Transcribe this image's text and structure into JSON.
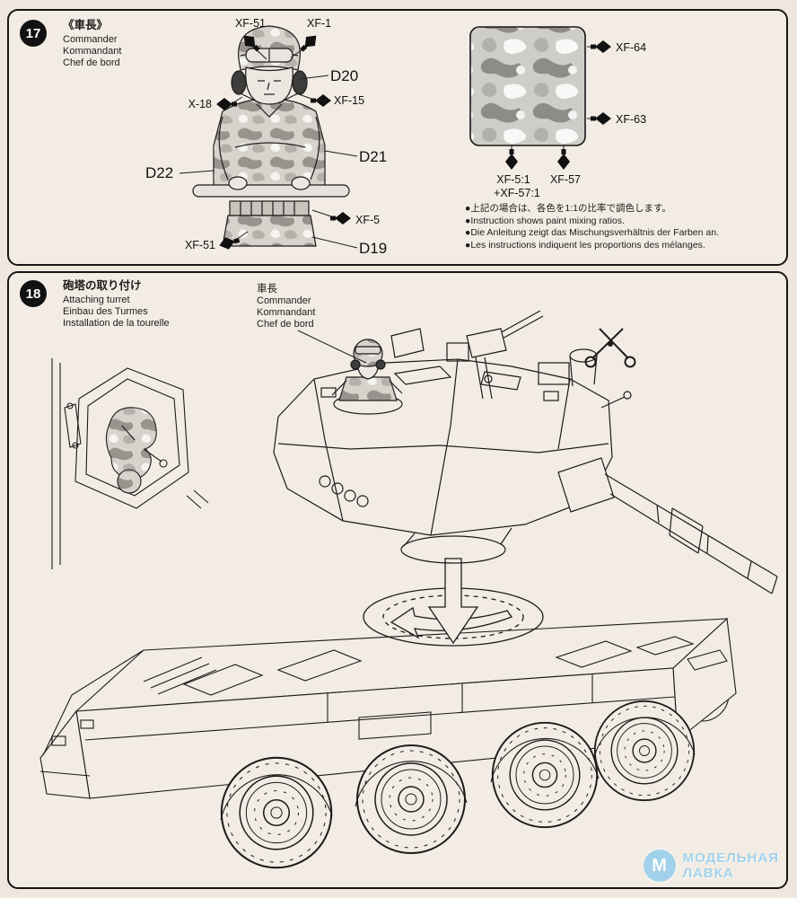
{
  "colors": {
    "paper": "#f2eae2",
    "ink": "#1c1c1c",
    "watermark": "#9cd0ec"
  },
  "step17": {
    "number": "17",
    "title_ja": "《車長》",
    "title_en": "Commander",
    "title_de": "Kommandant",
    "title_fr": "Chef de bord",
    "callouts": {
      "xf51_top": "XF-51",
      "xf1": "XF-1",
      "d20": "D20",
      "x18": "X-18",
      "xf15": "XF-15",
      "d22": "D22",
      "d21": "D21",
      "xf5": "XF-5",
      "xf51_bottom": "XF-51",
      "d19": "D19"
    },
    "camo": {
      "xf64": "XF-64",
      "xf63": "XF-63",
      "mix_left_1": "XF-5:1",
      "mix_left_2": "+XF-57:1",
      "mix_right": "XF-57"
    },
    "notes": [
      "●上記の場合は、各色を1:1の比率で調色します。",
      "●Instruction shows paint mixing ratios.",
      "●Die Anleitung zeigt das Mischungsverhältnis der Farben an.",
      "●Les instructions indiquent les proportions des mélanges."
    ]
  },
  "step18": {
    "number": "18",
    "title_ja": "砲塔の取り付け",
    "title_en": "Attaching turret",
    "title_de": "Einbau des Turmes",
    "title_fr": "Installation de la tourelle",
    "figure_label_ja": "車長",
    "figure_label_en": "Commander",
    "figure_label_de": "Kommandant",
    "figure_label_fr": "Chef de bord"
  },
  "watermark": {
    "line1": "МОДЕЛЬНАЯ",
    "line2": "ЛАВКА"
  }
}
